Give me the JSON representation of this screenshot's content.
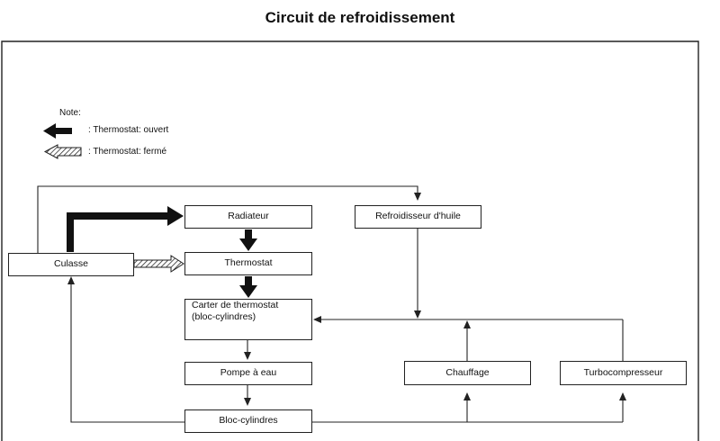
{
  "title": "Circuit de refroidissement",
  "note": {
    "heading": "Note:",
    "open_label": ":  Thermostat: ouvert",
    "closed_label": ":  Thermostat: fermé"
  },
  "nodes": {
    "culasse": "Culasse",
    "radiateur": "Radiateur",
    "thermostat": "Thermostat",
    "carter_line1": "Carter de thermostat",
    "carter_line2": "(bloc-cylindres)",
    "pompe": "Pompe à eau",
    "bloc": "Bloc-cylindres",
    "refroidisseur": "Refroidisseur d'huile",
    "chauffage": "Chauffage",
    "turbo": "Turbocompresseur"
  },
  "colors": {
    "line": "#222222",
    "background": "#ffffff"
  }
}
